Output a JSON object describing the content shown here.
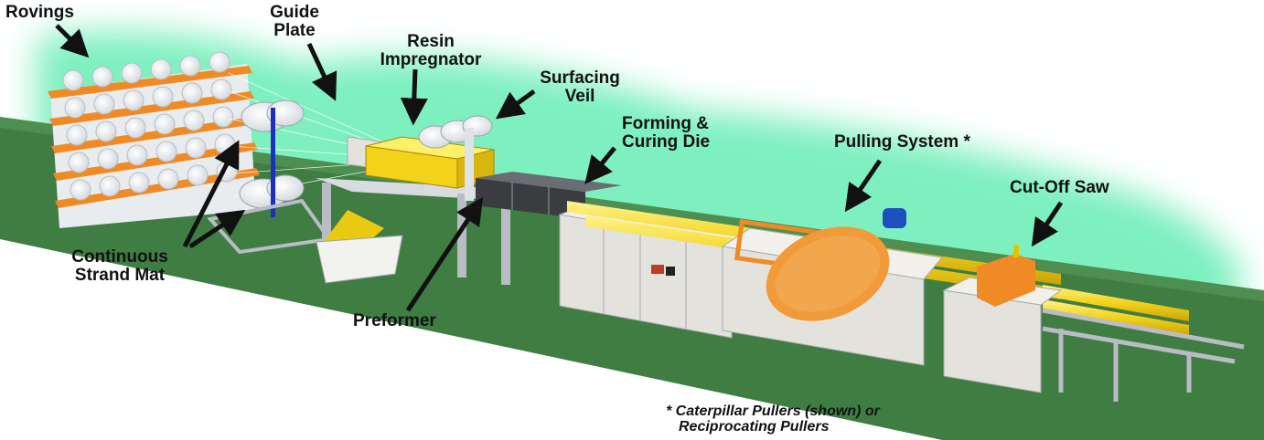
{
  "labels": {
    "rovings": "Rovings",
    "guide_plate": [
      "Guide",
      "Plate"
    ],
    "resin_impregnator": [
      "Resin",
      "Impregnator"
    ],
    "surfacing_veil": [
      "Surfacing",
      "Veil"
    ],
    "forming_curing_die": [
      "Forming &",
      "Curing Die"
    ],
    "pulling_system": "Pulling System *",
    "cut_off_saw": "Cut-Off Saw",
    "continuous_strand_mat": [
      "Continuous",
      "Strand Mat"
    ],
    "preformer": "Preformer"
  },
  "footnote": [
    "* Caterpillar Pullers (shown) or",
    "Reciprocating Pullers"
  ],
  "colors": {
    "floor": "#3f7d43",
    "glow": "#7ef0c0",
    "profile": "#f2d21a",
    "orange": "#f08a24",
    "cabinet": "#e4e2dc",
    "frame": "#b9bcc4"
  }
}
